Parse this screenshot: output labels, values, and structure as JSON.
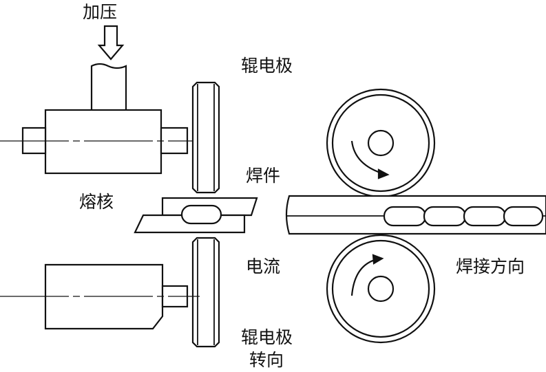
{
  "labels": {
    "pressure": "加压",
    "roller_electrode_top": "辊电极",
    "workpiece": "焊件",
    "nugget": "熔核",
    "current": "电流",
    "welding_direction": "焊接方向",
    "roller_electrode_bottom": "辊电极",
    "rotation": "转向"
  },
  "colors": {
    "line": "#111111",
    "background": "#ffffff"
  }
}
